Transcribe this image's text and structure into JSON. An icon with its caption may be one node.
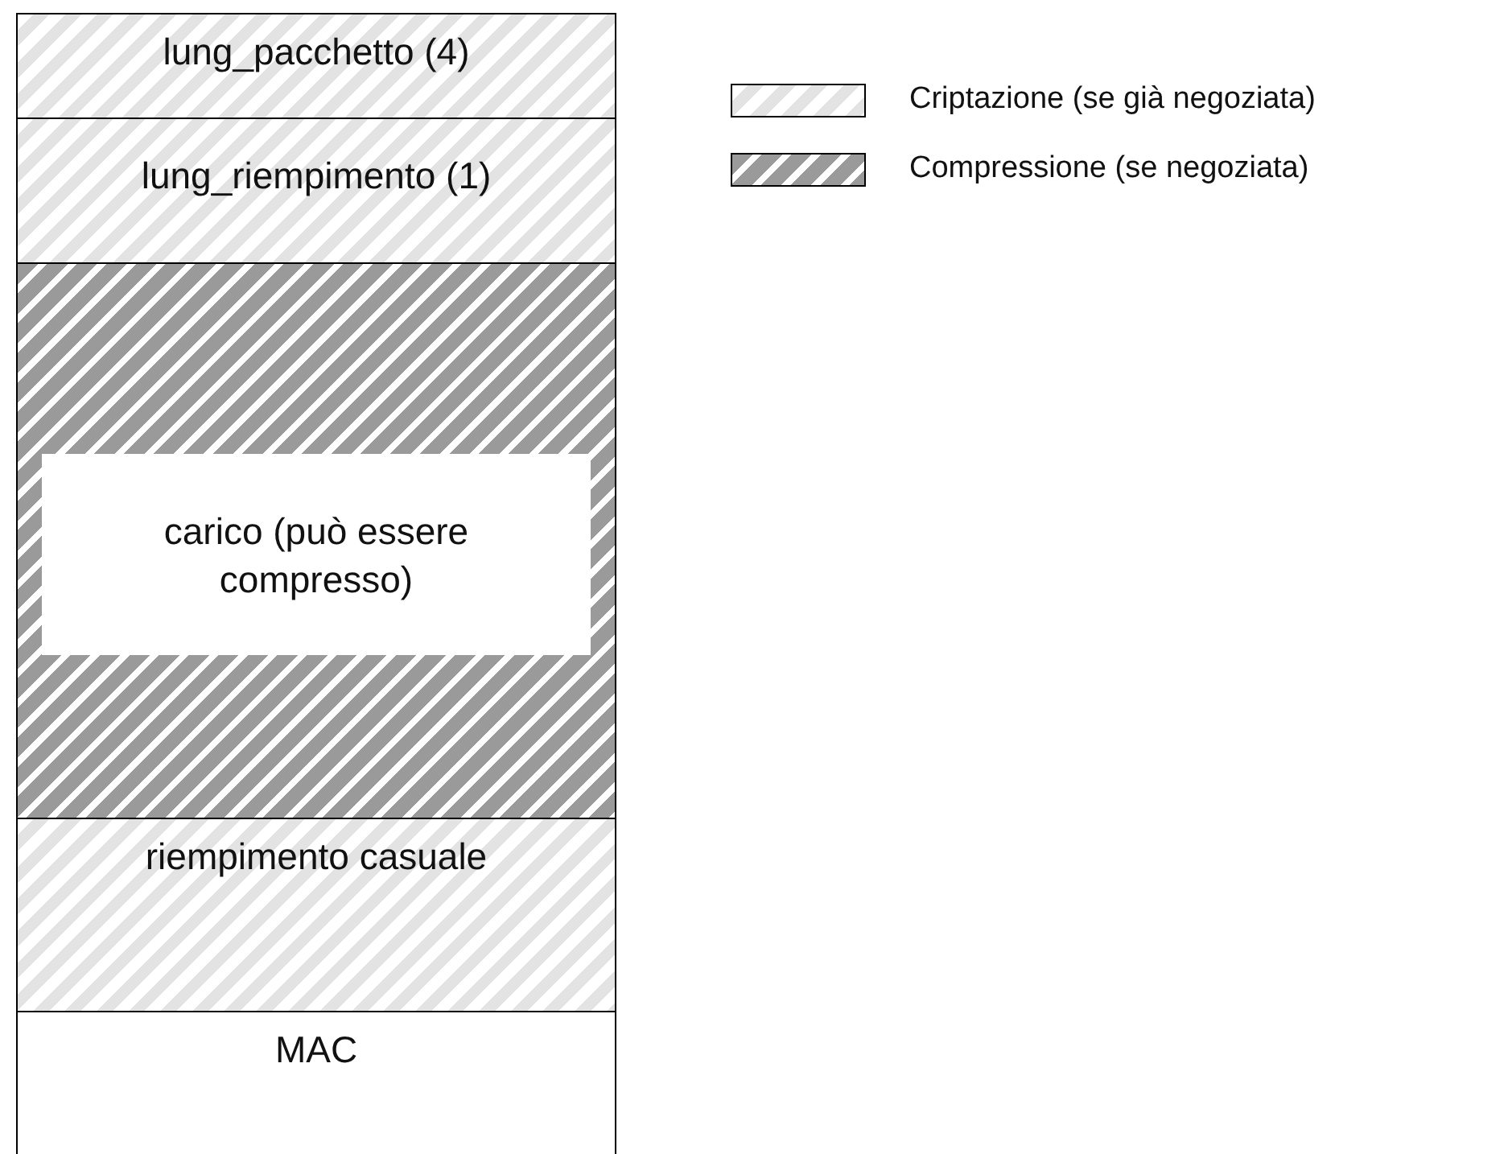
{
  "diagram": {
    "nodes": [
      {
        "text": [
          "lung_pacchetto (4)"
        ]
      },
      {
        "text": [
          "lung_riempimento (1)"
        ]
      },
      {
        "text": [
          "carico (può essere compresso)"
        ]
      },
      {
        "text": [
          "riempimento casuale"
        ]
      },
      {
        "text": [
          "MAC"
        ]
      }
    ],
    "legend": [
      {
        "text": "Criptazione (se già negoziata)"
      },
      {
        "text": "Compressione (se negoziata)"
      }
    ]
  }
}
